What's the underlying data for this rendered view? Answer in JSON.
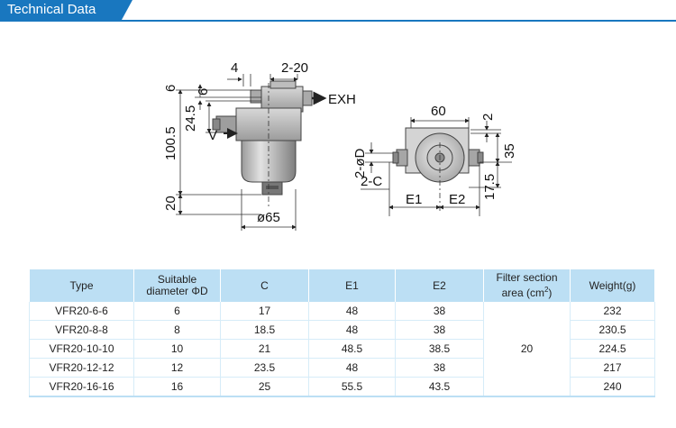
{
  "header": {
    "title": "Technical Data"
  },
  "drawing": {
    "front_view": {
      "dims": [
        "4",
        "2-20",
        "6",
        "6",
        "EXH",
        "100.5",
        "24.5",
        "V",
        "20",
        "ø65"
      ]
    },
    "side_view": {
      "dims": [
        "60",
        "2",
        "35",
        "2-øD",
        "2-C",
        "17.5",
        "E1",
        "E2"
      ]
    }
  },
  "table": {
    "headers": {
      "type": "Type",
      "diameter_line1": "Suitable",
      "diameter_line2": "diameter ΦD",
      "c": "C",
      "e1": "E1",
      "e2": "E2",
      "filter_line1": "Filter section",
      "filter_line2": "area (cm",
      "filter_sup": "2",
      "filter_close": ")",
      "weight": "Weight(g)"
    },
    "rows": [
      {
        "type": "VFR20-6-6",
        "diameter": "6",
        "c": "17",
        "e1": "48",
        "e2": "38",
        "weight": "232"
      },
      {
        "type": "VFR20-8-8",
        "diameter": "8",
        "c": "18.5",
        "e1": "48",
        "e2": "38",
        "weight": "230.5"
      },
      {
        "type": "VFR20-10-10",
        "diameter": "10",
        "c": "21",
        "e1": "48.5",
        "e2": "38.5",
        "weight": "224.5"
      },
      {
        "type": "VFR20-12-12",
        "diameter": "12",
        "c": "23.5",
        "e1": "48",
        "e2": "38",
        "weight": "217"
      },
      {
        "type": "VFR20-16-16",
        "diameter": "16",
        "c": "25",
        "e1": "55.5",
        "e2": "43.5",
        "weight": "240"
      }
    ],
    "filter_area": "20"
  }
}
